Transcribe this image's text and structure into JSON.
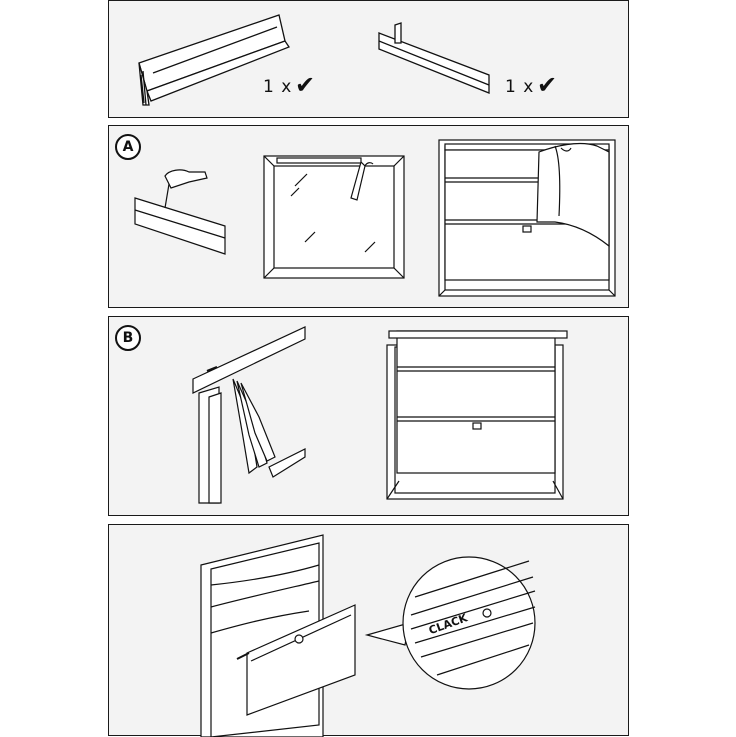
{
  "parts": [
    {
      "quantity_label": "1 x",
      "check_glyph": "✔",
      "icon": "fabric-rail-icon"
    },
    {
      "quantity_label": "1 x",
      "check_glyph": "✔",
      "icon": "headrail-icon"
    }
  ],
  "steps": [
    {
      "label": "A"
    },
    {
      "label": "B"
    }
  ],
  "detail": {
    "sound_label": "CLACK"
  },
  "colors": {
    "line": "#1a1a1a",
    "panel": "#f3f3f3",
    "paper": "#ffffff"
  }
}
